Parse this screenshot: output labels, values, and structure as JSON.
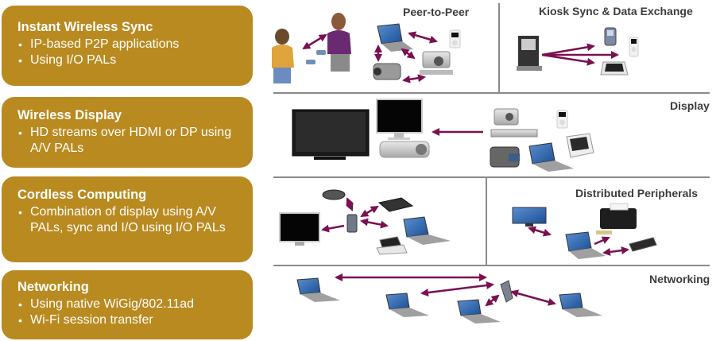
{
  "left_panel": [
    {
      "title": "Instant Wireless Sync",
      "bullets": [
        "IP-based P2P  applications",
        "Using I/O PALs"
      ]
    },
    {
      "title": "Wireless Display",
      "bullets": [
        "HD streams over HDMI or DP using A/V PALs"
      ]
    },
    {
      "title": "Cordless Computing",
      "bullets": [
        "Combination of display using A/V PALs, sync and I/O using I/O PALs"
      ]
    },
    {
      "title": "Networking",
      "bullets": [
        "Using native WiGig/802.11ad",
        "Wi-Fi session transfer"
      ]
    }
  ],
  "sections": {
    "peer_to_peer": "Peer-to-Peer",
    "kiosk": "Kiosk Sync & Data Exchange",
    "display": "Display",
    "distributed_peripherals": "Distributed Peripherals",
    "networking": "Networking"
  },
  "colors": {
    "box_gold": "#b98a20",
    "arrow": "#7a1050",
    "divider": "#8a8a8a",
    "label_text": "#3c3c3c"
  }
}
